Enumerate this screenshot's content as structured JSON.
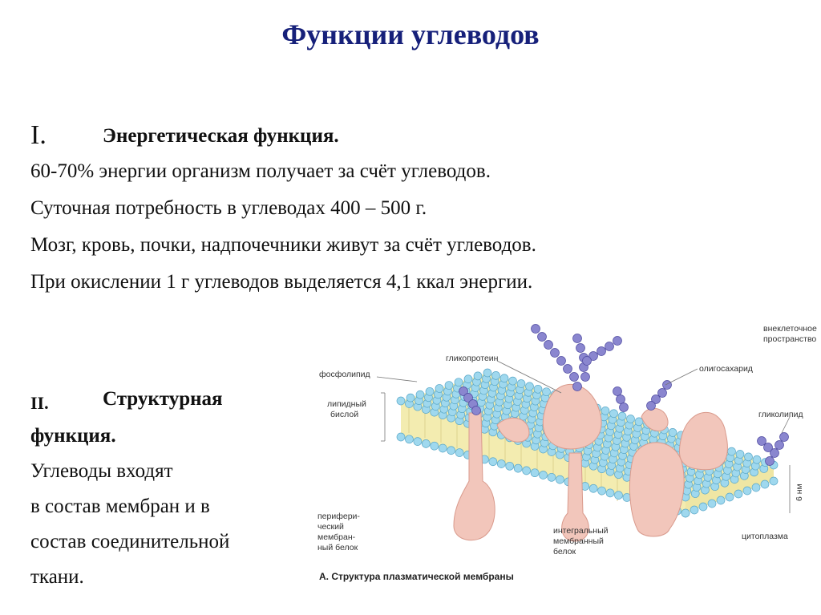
{
  "title": "Функции углеводов",
  "section1": {
    "number": "I.",
    "heading": "Энергетическая функция.",
    "lines": [
      "60-70% энергии организм получает за счёт углеводов.",
      "Суточная потребность в углеводах 400 – 500 г.",
      "Мозг, кровь, почки, надпочечники живут за счёт углеводов.",
      "При окислении 1 г углеводов выделяется  4,1 ккал энергии."
    ]
  },
  "section2": {
    "number": "II.",
    "heading_part1": "Структурная",
    "heading_part2": "функция.",
    "lines": [
      "Углеводы входят",
      "в состав мембран и в",
      "состав соединительной",
      "ткани."
    ]
  },
  "figure": {
    "labels": {
      "extracellular_1": "внеклеточное",
      "extracellular_2": "пространство",
      "glycoprotein": "гликопротеин",
      "phospholipid": "фосфолипид",
      "oligosaccharide": "олигосахарид",
      "lipid_bilayer_1": "липидный",
      "lipid_bilayer_2": "бислой",
      "glycolipid": "гликолипид",
      "thickness": "6 нм",
      "peripheral_1": "перифери-",
      "peripheral_2": "ческий",
      "peripheral_3": "мембран-",
      "peripheral_4": "ный белок",
      "integral_1": "интегральный",
      "integral_2": "мембранный",
      "integral_3": "белок",
      "cytoplasm": "цитоплазма"
    },
    "caption": "А. Структура плазматической мембраны",
    "colors": {
      "lipid_head": "#9fd8ee",
      "lipid_tail": "#f3ecb0",
      "protein": "#f2c6bb",
      "sugar": "#8a86cf"
    }
  }
}
